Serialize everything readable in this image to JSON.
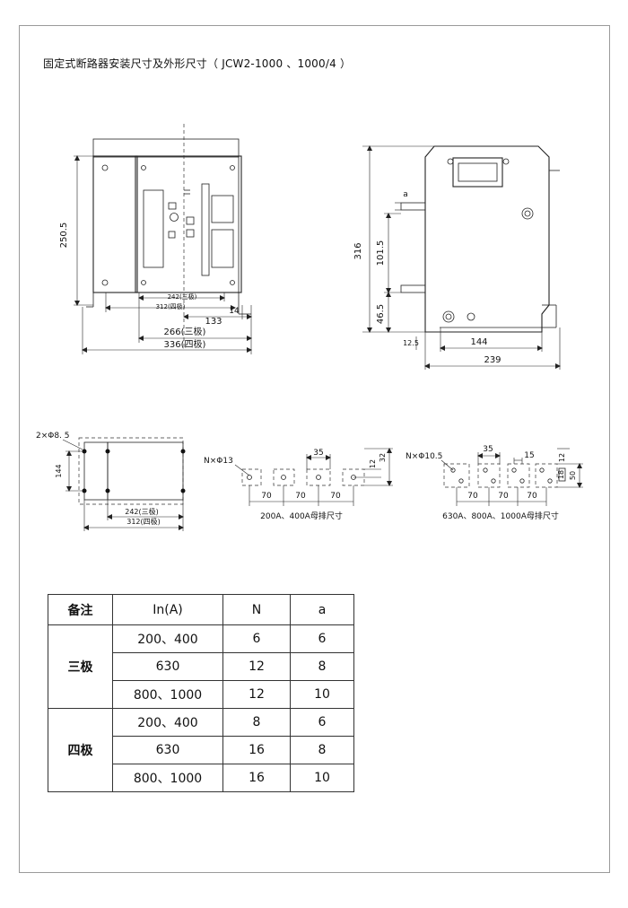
{
  "title": "固定式断路器安装尺寸及外形尺寸（ JCW2-1000 、1000/4 ）",
  "front_view": {
    "dim_height": "250.5",
    "dim_242": "242(三极)",
    "dim_312": "312(四极)",
    "dim_133": "133",
    "dim_14": "14",
    "dim_266": "266(三极)",
    "dim_336": "336(四极)"
  },
  "side_view": {
    "dim_a": "a",
    "dim_316": "316",
    "dim_101_5": "101.5",
    "dim_46_5": "46.5",
    "dim_12_5": "12.5",
    "dim_144": "144",
    "dim_239": "239"
  },
  "mount_view": {
    "holes": "2×Φ8. 5",
    "dim_144": "144",
    "dim_242": "242(三极)",
    "dim_312": "312(四极)"
  },
  "busbar_small": {
    "holes": "N×Φ13",
    "dim_35": "35",
    "dim_12": "12",
    "dim_32": "32",
    "pitch": [
      "70",
      "70",
      "70"
    ],
    "caption": "200A、400A母排尺寸"
  },
  "busbar_large": {
    "holes": "N×Φ10.5",
    "dim_35": "35",
    "dim_15": "15",
    "dim_12": "12",
    "dim_18": "18",
    "dim_50": "50",
    "pitch": [
      "70",
      "70",
      "70"
    ],
    "caption": "630A、800A、1000A母排尺寸"
  },
  "table": {
    "headers": [
      "备注",
      "In(A)",
      "N",
      "a"
    ],
    "groups": [
      {
        "label": "三极",
        "rows": [
          {
            "in": "200、400",
            "n": "6",
            "a": "6"
          },
          {
            "in": "630",
            "n": "12",
            "a": "8"
          },
          {
            "in": "800、1000",
            "n": "12",
            "a": "10"
          }
        ]
      },
      {
        "label": "四极",
        "rows": [
          {
            "in": "200、400",
            "n": "8",
            "a": "6"
          },
          {
            "in": "630",
            "n": "16",
            "a": "8"
          },
          {
            "in": "800、1000",
            "n": "16",
            "a": "10"
          }
        ]
      }
    ]
  }
}
